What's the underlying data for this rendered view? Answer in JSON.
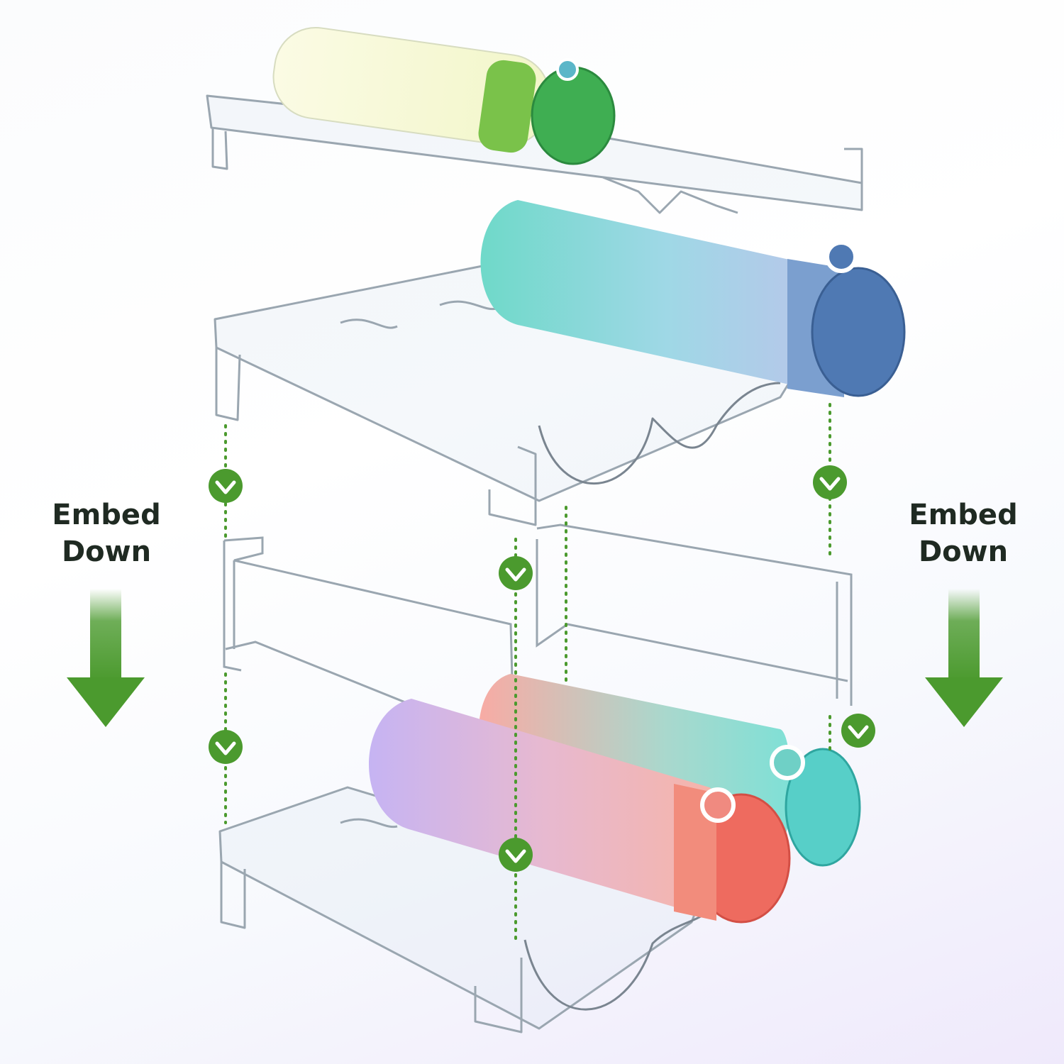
{
  "labels": {
    "left": {
      "line1": "Embed",
      "line2": "Down"
    },
    "right": {
      "line1": "Embed",
      "line2": "Down"
    }
  },
  "colors": {
    "accent_green": "#4b9a2e",
    "label_text": "#1f2a22",
    "rack_stroke": "#9aa6b0"
  },
  "icons": {
    "arrow": "arrow-down-icon",
    "marker": "chevron-down-circle-icon"
  }
}
